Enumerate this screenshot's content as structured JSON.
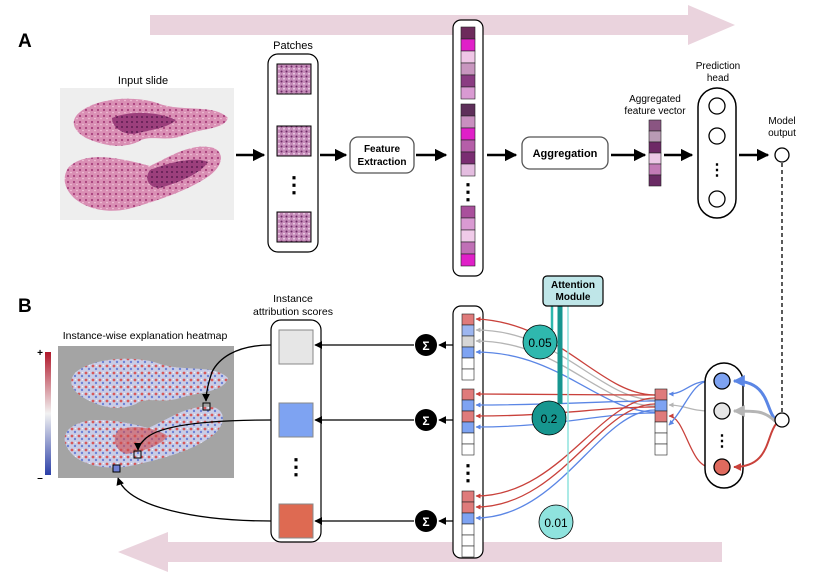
{
  "panel_a": {
    "letter": "A",
    "input_slide_label": "Input slide",
    "patches_label": "Patches",
    "patches_ellipsis": "⋮",
    "feature_extraction_line1": "Feature",
    "feature_extraction_line2": "Extraction",
    "aggregation_label": "Aggregation",
    "aggregated_line1": "Aggregated",
    "aggregated_line2": "feature vector",
    "prediction_head_line1": "Prediction",
    "prediction_head_line2": "head",
    "model_output_line1": "Model",
    "model_output_line2": "output"
  },
  "panel_b": {
    "letter": "B",
    "heatmap_title": "Instance-wise explanation heatmap",
    "scale_plus": "+",
    "scale_minus": "–",
    "attr_line1": "Instance",
    "attr_line2": "attribution scores",
    "attention_line1": "Attention",
    "attention_line2": "Module",
    "sigma": "Σ",
    "attention_values": [
      "0.05",
      "0.2",
      "0.01"
    ]
  },
  "colors": {
    "forward_arrow": "#ead3dd",
    "red": "#c9413b",
    "blue": "#5b86e5",
    "gray": "#b5b5b5",
    "teal_dark": "#16968f",
    "teal_mid": "#2fb8ae",
    "teal_light": "#8fe3de",
    "magenta": "#e020c8",
    "attn_box": "#bfe6e8"
  }
}
